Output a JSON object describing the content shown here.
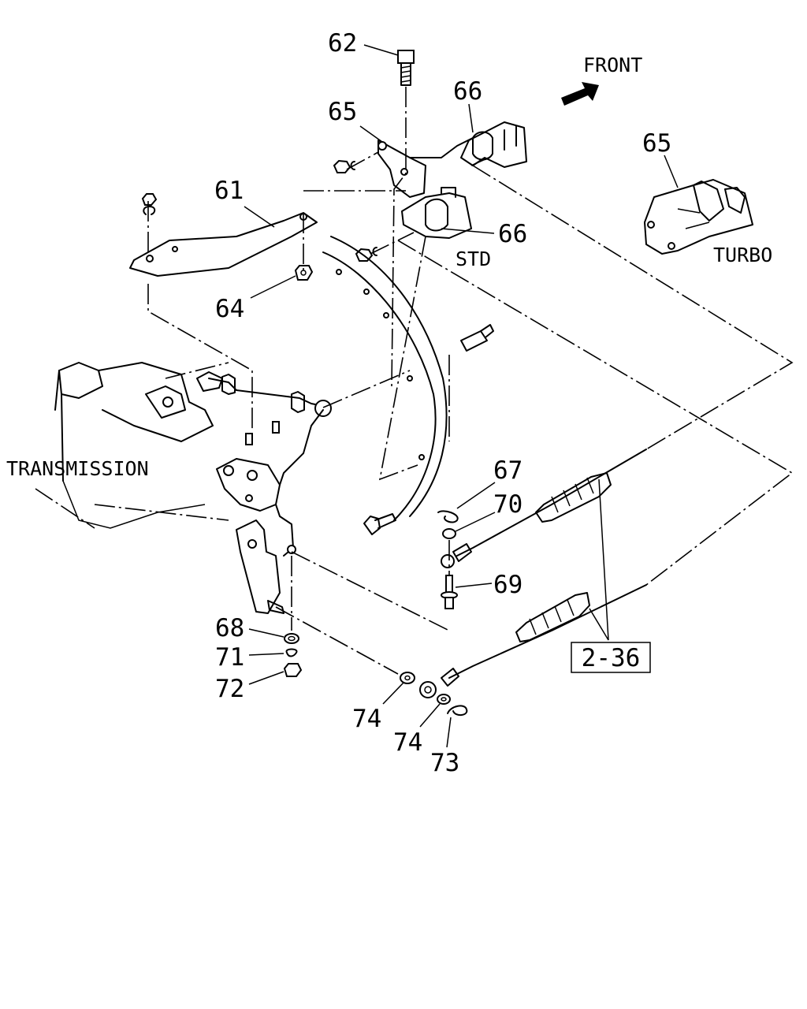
{
  "diagram": {
    "direction_label": "FRONT",
    "variant_std": "STD",
    "variant_turbo": "TURBO",
    "transmission_label": "TRANSMISSION",
    "ref_box": "2-36",
    "callouts": {
      "p61": "61",
      "p62": "62",
      "p64": "64",
      "p65a": "65",
      "p65b": "65",
      "p66a": "66",
      "p66b": "66",
      "p67": "67",
      "p68": "68",
      "p69": "69",
      "p70": "70",
      "p71": "71",
      "p72": "72",
      "p73": "73",
      "p74a": "74",
      "p74b": "74"
    }
  }
}
